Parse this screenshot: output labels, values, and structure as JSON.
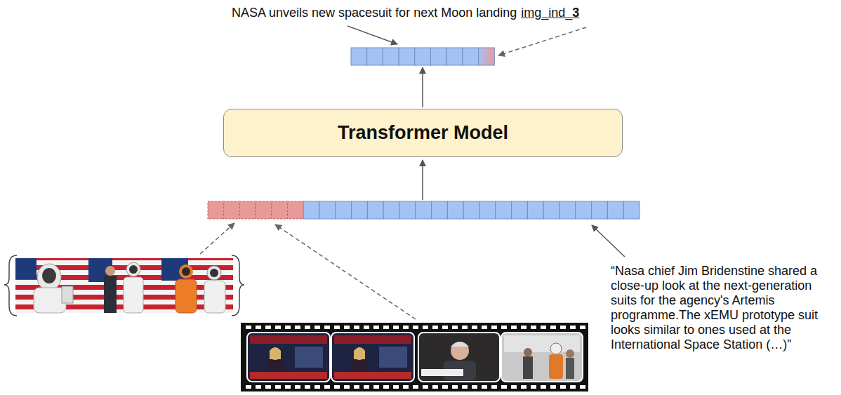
{
  "diagram": {
    "nodes": [
      {
        "text": [
          "Transformer Model"
        ]
      }
    ],
    "labels": [
      "NASA unveils new spacesuit for next Moon landing",
      "img_ind_3",
      "“Nasa chief Jim Bridenstine shared a close-up look at the next-generation suits for the agency's Artemis programme.The xEMU prototype suit looks similar to ones used at the International Space Station (…)”"
    ]
  }
}
